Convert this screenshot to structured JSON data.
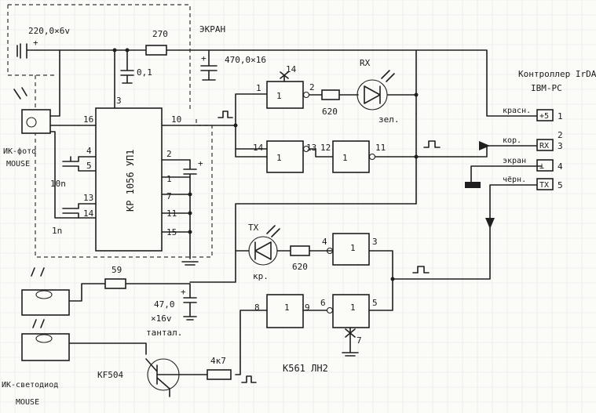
{
  "top": {
    "cap_220": "220,0×6v",
    "res_270": "270",
    "ekran": "ЭКРАН",
    "cap_01": "0,1",
    "cap_470": "470,0×16"
  },
  "sensor": {
    "photo_label_1": "ИК-фото",
    "photo_label_2": "MOUSE",
    "led_label_1": "ИК-светодиод",
    "led_label_2": "MOUSE"
  },
  "ic_main": {
    "name": "КР 1056 УП1",
    "pin_3": "3",
    "pin_16": "16",
    "pin_10": "10",
    "pin_4": "4",
    "pin_5": "5",
    "pin_13": "13",
    "pin_14": "14",
    "pin_2": "2",
    "pin_1": "1",
    "pin_7": "7",
    "pin_11": "11",
    "pin_15": "15",
    "cap_10n": "10n",
    "cap_1n": "1n"
  },
  "gates": {
    "g1_in": "1",
    "g1_top": "14",
    "g1_out": "2",
    "g1_label": "1",
    "g2_in": "14",
    "g2_out": "13",
    "g2_label": "1",
    "g3_in": "12",
    "g3_out": "11",
    "g3_label": "1",
    "g4_in": "4",
    "g4_out": "3",
    "g4_label": "1",
    "g5_in": "8",
    "g5_out": "9",
    "g5_label": "1",
    "g6_in": "6",
    "g6_out": "5",
    "g6_label": "1",
    "g6_gnd": "7",
    "chip_name": "K561 ЛН2"
  },
  "rx": {
    "label": "RX",
    "res": "620",
    "color": "зел."
  },
  "tx": {
    "label": "TX",
    "res": "620",
    "color": "кр."
  },
  "bottom": {
    "res_59": "59",
    "cap_47": "47,0",
    "cap_47_v": "×16v",
    "cap_47_type": "тантал.",
    "transistor": "KF504",
    "res_4k7": "4к7"
  },
  "connector": {
    "title_1": "Контроллер IrDA",
    "title_2": "IBM-PC",
    "pins": [
      {
        "wire": "красн.",
        "label": "+5",
        "num": "1"
      },
      {
        "wire": "",
        "label": "",
        "num": "2"
      },
      {
        "wire": "кор.",
        "label": "RX",
        "num": "3"
      },
      {
        "wire": "экран",
        "label": "⊥",
        "num": "4"
      },
      {
        "wire": "чёрн.",
        "label": "TX",
        "num": "5"
      }
    ]
  }
}
